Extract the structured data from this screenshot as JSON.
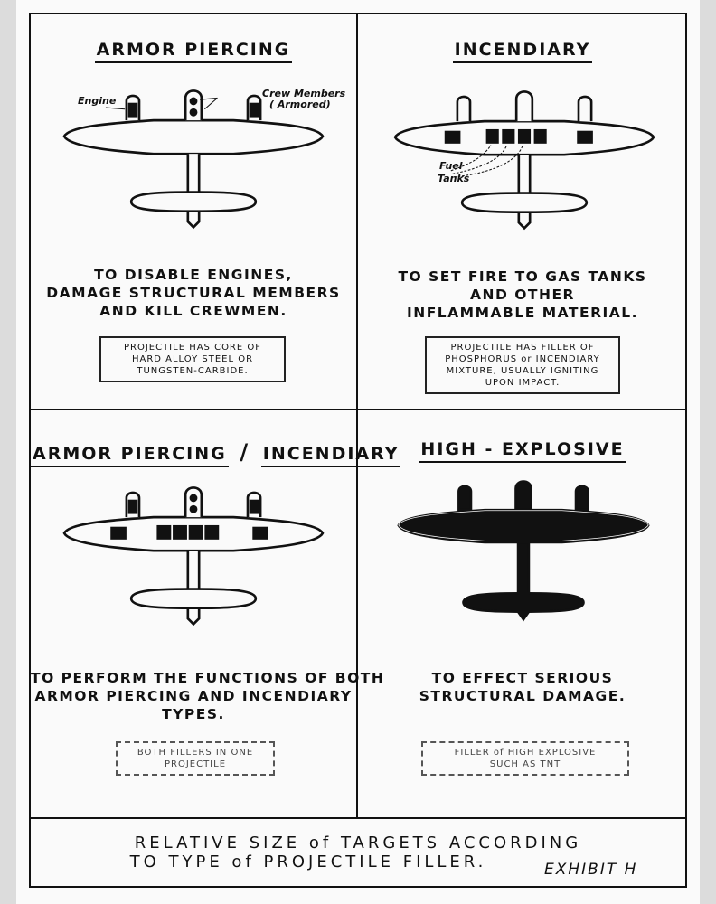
{
  "panels": [
    {
      "title": "ARMOR PIERCING",
      "description": [
        "TO DISABLE ENGINES,",
        "DAMAGE STRUCTURAL MEMBERS",
        "AND KILL CREWMEN."
      ],
      "note": [
        "PROJECTILE HAS CORE OF",
        "HARD ALLOY STEEL OR",
        "TUNGSTEN-CARBIDE."
      ],
      "labels": {
        "engine": "Engine",
        "crew_1": "Crew Members",
        "crew_2": "( Armored)"
      }
    },
    {
      "title": "INCENDIARY",
      "description": [
        "TO SET FIRE TO GAS TANKS",
        "AND OTHER",
        "INFLAMMABLE MATERIAL."
      ],
      "note": [
        "PROJECTILE HAS FILLER OF",
        "PHOSPHORUS or INCENDIARY",
        "MIXTURE, USUALLY IGNITING",
        "UPON IMPACT."
      ],
      "labels": {
        "fuel_1": "Fuel",
        "fuel_2": "Tanks"
      }
    },
    {
      "title_left": "ARMOR PIERCING",
      "title_sep": "/",
      "title_right": "INCENDIARY",
      "description": [
        "TO PERFORM THE FUNCTIONS OF BOTH",
        "ARMOR PIERCING AND INCENDIARY",
        "TYPES."
      ],
      "note": [
        "BOTH FILLERS IN ONE",
        "PROJECTILE"
      ]
    },
    {
      "title": "HIGH - EXPLOSIVE",
      "description": [
        "TO EFFECT SERIOUS",
        "STRUCTURAL DAMAGE."
      ],
      "note": [
        "FILLER of HIGH EXPLOSIVE",
        "SUCH AS TNT"
      ]
    }
  ],
  "caption": [
    "RELATIVE SIZE of TARGETS ACCORDING",
    "TO TYPE of PROJECTILE FILLER."
  ],
  "exhibit": "EXHIBIT H",
  "colors": {
    "ink": "#111111",
    "paper": "#fafafa",
    "background": "#dcdcdc"
  }
}
